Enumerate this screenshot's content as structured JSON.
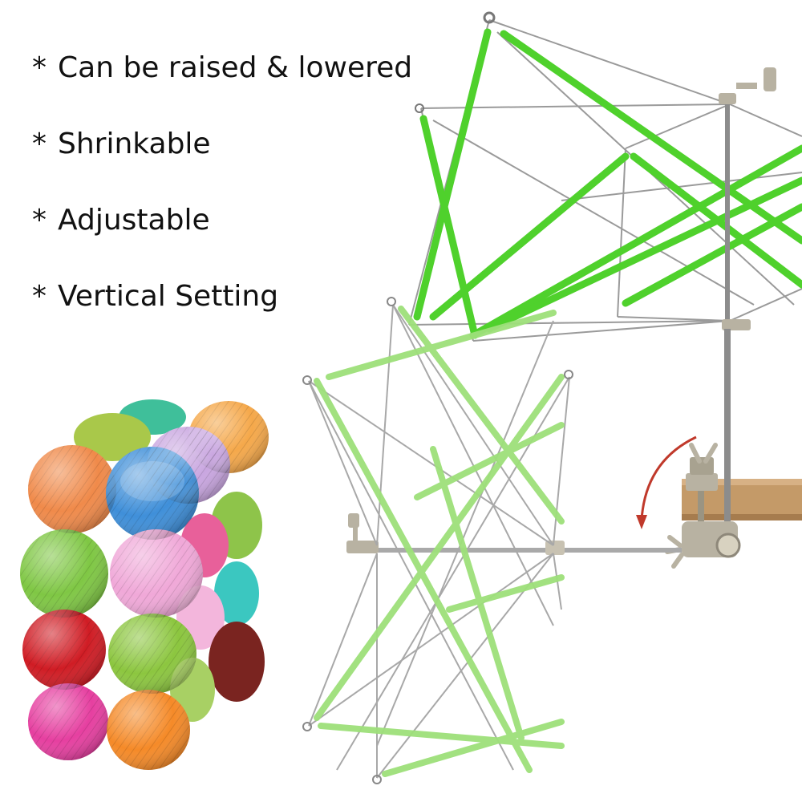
{
  "features": [
    "Can be raised & lowered",
    "Shrinkable",
    "Adjustable",
    "Vertical Setting"
  ],
  "bullet": "*",
  "colors": {
    "green_arm": "#4fd12c",
    "green_arm_faded": "#9ee07a",
    "steel": "#9a9a9a",
    "clamp": "#b8b2a2",
    "table": "#c49a68",
    "arrow": "#c0392b"
  },
  "icons": [
    "yarn-swift-umbrella",
    "curved-arrow",
    "table-clamp",
    "yarn-balls"
  ]
}
